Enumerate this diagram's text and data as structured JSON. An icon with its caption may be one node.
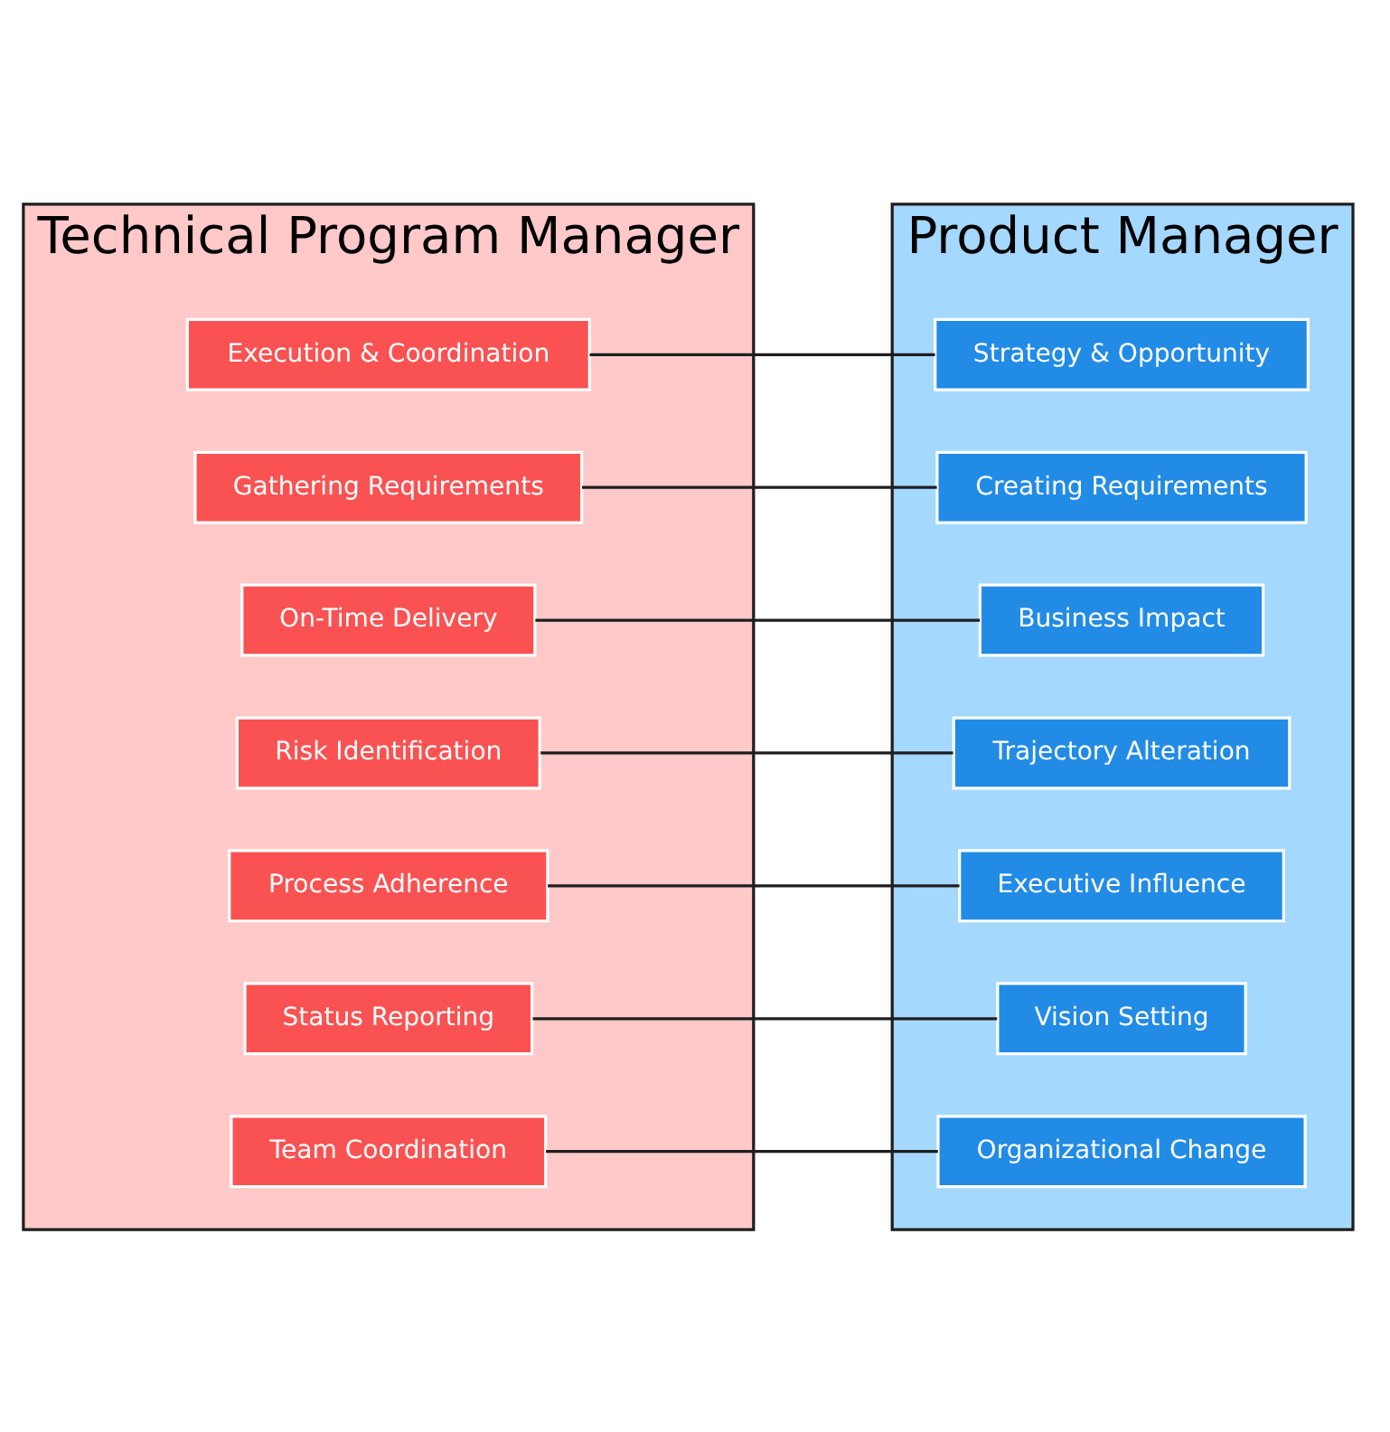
{
  "diagram": {
    "nodes": [
      {
        "text": [
          "Technical Program Manager"
        ]
      },
      {
        "text": [
          "Product Manager"
        ]
      },
      {
        "text": [
          "Execution & Coordination"
        ],
        "in": 0
      },
      {
        "text": [
          "Gathering Requirements"
        ],
        "in": 0
      },
      {
        "text": [
          "On-Time Delivery"
        ],
        "in": 0
      },
      {
        "text": [
          "Risk Identification"
        ],
        "in": 0
      },
      {
        "text": [
          "Process Adherence"
        ],
        "in": 0
      },
      {
        "text": [
          "Status Reporting"
        ],
        "in": 0
      },
      {
        "text": [
          "Team Coordination"
        ],
        "in": 0
      },
      {
        "text": [
          "Strategy & Opportunity"
        ],
        "in": 1
      },
      {
        "text": [
          "Creating Requirements"
        ],
        "in": 1
      },
      {
        "text": [
          "Business Impact"
        ],
        "in": 1
      },
      {
        "text": [
          "Trajectory Alteration"
        ],
        "in": 1
      },
      {
        "text": [
          "Executive Influence"
        ],
        "in": 1
      },
      {
        "text": [
          "Vision Setting"
        ],
        "in": 1
      },
      {
        "text": [
          "Organizational Change"
        ],
        "in": 1
      }
    ],
    "edges": [
      {
        "from": 2,
        "to": 9,
        "arrow": "none"
      },
      {
        "from": 3,
        "to": 10,
        "arrow": "none"
      },
      {
        "from": 4,
        "to": 11,
        "arrow": "none"
      },
      {
        "from": 5,
        "to": 12,
        "arrow": "none"
      },
      {
        "from": 6,
        "to": 13,
        "arrow": "none"
      },
      {
        "from": 7,
        "to": 14,
        "arrow": "none"
      },
      {
        "from": 8,
        "to": 15,
        "arrow": "none"
      }
    ]
  }
}
